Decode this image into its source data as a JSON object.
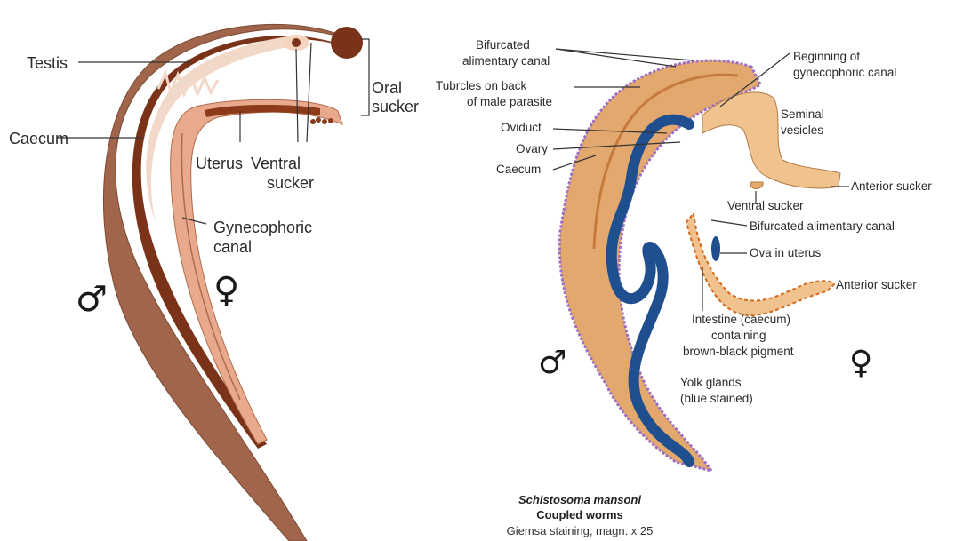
{
  "left_diagram": {
    "labels": {
      "testis": "Testis",
      "caecum": "Caecum",
      "oral_sucker_1": "Oral",
      "oral_sucker_2": "sucker",
      "uterus": "Uterus",
      "ventral_sucker_1": "Ventral",
      "ventral_sucker_2": "sucker",
      "gyneco_1": "Gynecophoric",
      "gyneco_2": "canal"
    },
    "male_symbol": "♂",
    "female_symbol": "♀",
    "colors": {
      "male_body": "#a0654a",
      "male_dark": "#7a3318",
      "female_body": "#e9a98c"
    }
  },
  "right_diagram": {
    "labels": {
      "bifurcated_1": "Bifurcated",
      "bifurcated_2": "alimentary canal",
      "tubercles_1": "Tubrcles on back",
      "tubercles_2": "of male parasite",
      "oviduct": "Oviduct",
      "ovary": "Ovary",
      "caecum": "Caecum",
      "beginning_1": "Beginning of",
      "beginning_2": "gynecophoric canal",
      "seminal_1": "Seminal",
      "seminal_2": "vesicles",
      "anterior_sucker_top": "Anterior sucker",
      "ventral_sucker": "Ventral sucker",
      "bifurcated_canal": "Bifurcated alimentary canal",
      "ova_in_uterus": "Ova in uterus",
      "anterior_sucker_bottom": "Anterior sucker",
      "intestine_1": "Intestine (caecum)",
      "intestine_2": "containing",
      "intestine_3": "brown-black pigment",
      "yolk_1": "Yolk glands",
      "yolk_2": "(blue stained)"
    },
    "male_symbol": "♂",
    "female_symbol": "♀",
    "caption": {
      "species": "Schistosoma mansoni",
      "subtitle": "Coupled worms",
      "staining": "Giemsa staining, magn. x 25"
    },
    "colors": {
      "body": "#e3a86e",
      "outline": "#9b6fc4",
      "yolk": "#1f4f8e",
      "canal": "#d2691e"
    }
  }
}
